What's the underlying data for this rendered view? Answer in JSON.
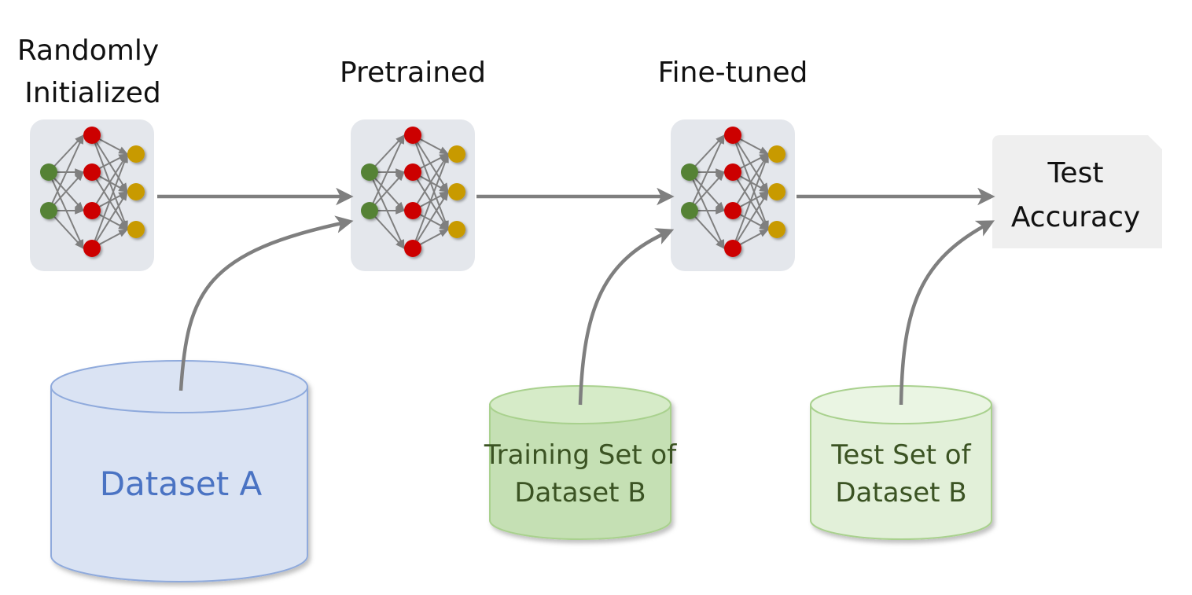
{
  "stages": {
    "random": {
      "label_line1": "Randomly",
      "label_line2": "Initialized"
    },
    "pretrained": {
      "label": "Pretrained"
    },
    "finetuned": {
      "label": "Fine-tuned"
    }
  },
  "result": {
    "line1": "Test",
    "line2": "Accuracy"
  },
  "datasets": {
    "a": {
      "label": "Dataset A",
      "text_color": "#4a73c3",
      "fill": "#dae3f3",
      "stroke": "#8faadc"
    },
    "train_b": {
      "line1": "Training Set of",
      "line2": "Dataset B",
      "text_color": "#3b5323",
      "fill": "#c5e0b4",
      "stroke": "#a9d18e"
    },
    "test_b": {
      "line1": "Test Set of",
      "line2": "Dataset B",
      "text_color": "#3b5323",
      "fill": "#e2f0d9",
      "stroke": "#a9d18e"
    }
  },
  "node_colors": {
    "input": "#548235",
    "hidden": "#cc0000",
    "output": "#c89a00"
  },
  "colors": {
    "arrow": "#7f7f7f",
    "network_box": "#e4e7ec",
    "result_box": "#efefef"
  }
}
